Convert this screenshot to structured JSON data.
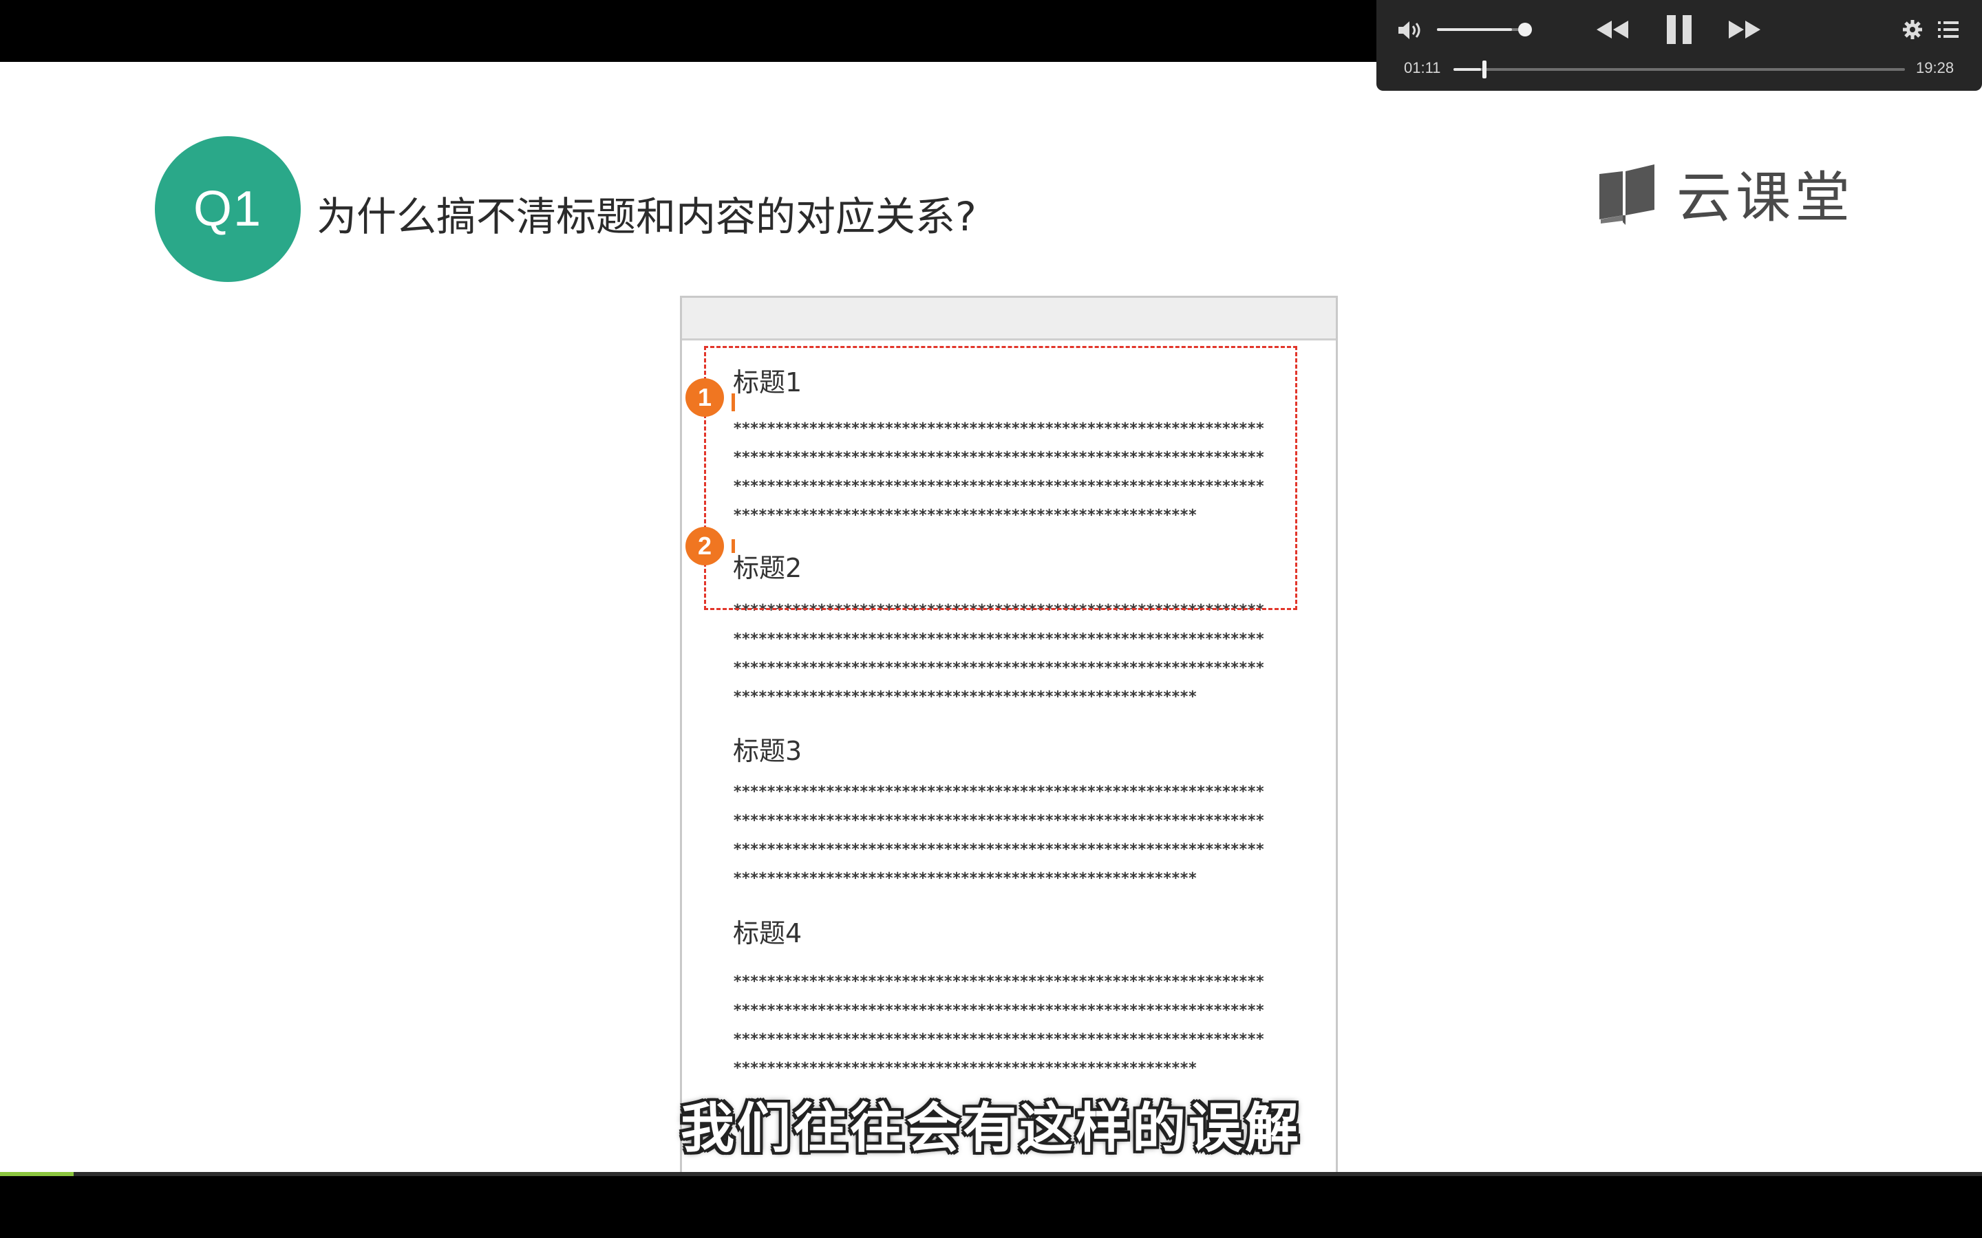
{
  "slide": {
    "badge": "Q1",
    "question": "为什么搞不清标题和内容的对应关系?",
    "brand": "云课堂",
    "brand_icon": "book-icon",
    "accent_color": "#2aa889"
  },
  "document": {
    "sections": [
      {
        "heading": "标题1"
      },
      {
        "heading": "标题2"
      },
      {
        "heading": "标题3"
      },
      {
        "heading": "标题4"
      }
    ],
    "star_line": "***************************************************************",
    "star_line_short": "*******************************************************",
    "markers": [
      "1",
      "2"
    ],
    "marker_color": "#f07621",
    "highlight_color": "#e2362b"
  },
  "subtitle": "我们往往会有这样的误解",
  "player": {
    "current_time": "01:11",
    "total_time": "19:28",
    "progress_fraction": 0.061,
    "volume_fraction": 0.85,
    "icons": [
      "volume-icon",
      "rewind-icon",
      "pause-icon",
      "fast-forward-icon",
      "settings-icon",
      "playlist-icon"
    ]
  },
  "bottom_progress_fraction": 0.037
}
